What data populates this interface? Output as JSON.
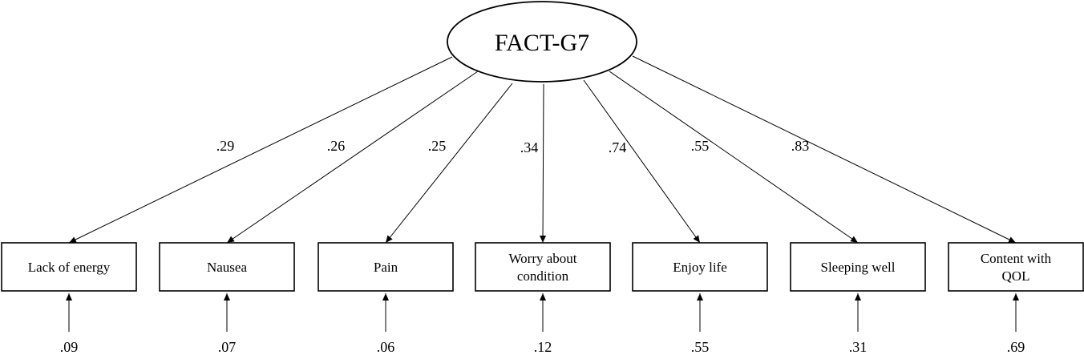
{
  "latent": {
    "label": "FACT-G7"
  },
  "indicators": [
    {
      "id": "lack-of-energy",
      "lines": [
        "Lack of energy"
      ],
      "loading": ".29",
      "error": ".09"
    },
    {
      "id": "nausea",
      "lines": [
        "Nausea"
      ],
      "loading": ".26",
      "error": ".07"
    },
    {
      "id": "pain",
      "lines": [
        "Pain"
      ],
      "loading": ".25",
      "error": ".06"
    },
    {
      "id": "worry-about-condition",
      "lines": [
        "Worry about",
        "condition"
      ],
      "loading": ".34",
      "error": ".12"
    },
    {
      "id": "enjoy-life",
      "lines": [
        "Enjoy life"
      ],
      "loading": ".74",
      "error": ".55"
    },
    {
      "id": "sleeping-well",
      "lines": [
        "Sleeping well"
      ],
      "loading": ".55",
      "error": ".31"
    },
    {
      "id": "content-with-qol",
      "lines": [
        "Content with",
        "QOL"
      ],
      "loading": ".83",
      "error": ".69"
    }
  ]
}
